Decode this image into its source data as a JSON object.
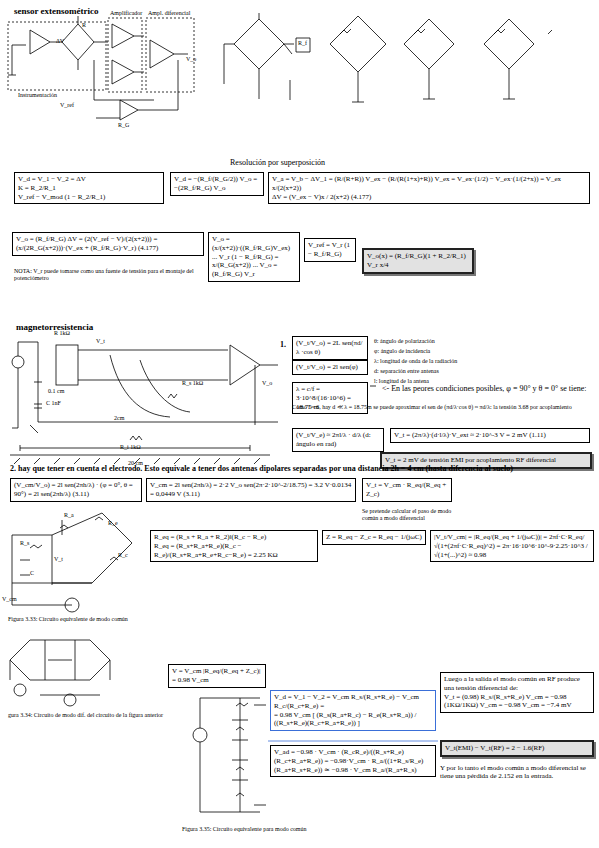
{
  "diagram": {
    "nodes": [
      {
        "text": [
          "V_d = V_1 − V_2 = ΔV",
          "K = R_2/R_1",
          "V_ref − V_mod (1 − R_2/R_1)"
        ]
      },
      {
        "text": [
          "V_d = −(R_f/(R_G/2)) V_o = −(2R_f/R_G) V_o"
        ]
      },
      {
        "text": [
          "V_a = V_b − ΔV_1 = (R/(R+R)) V_ex − (R/(R(1+x)+R)) V_ex = V_ex·(1/2) − V_ex·(1/(2+x)) = V_ex x/(2(x+2))",
          "ΔV = (V_ex − V)x / 2(x+2)   (4.177)"
        ]
      },
      {
        "text": [
          "V_o = (R_f/R_G) ΔV = (2(V_ref − V)/(2(x+2))) = (x/(2R_G(x+2)))·(V_ex + (R_f/R_G)·V_r) (4.177)"
        ]
      },
      {
        "text": [
          "V_o = (x/(x+2))·((R_f/R_G)V_ex) ... V_r (1 − R_f/R_G) = x/(R_G(x+2)) ... V_o = (R_f/R_G) V_r"
        ]
      },
      {
        "text": [
          "V_ref = V_r (1 − R_f/R_G)"
        ]
      },
      {
        "text": [
          "V_o(x) = (R_f/R_G)(1 + R_2/R_1) V_r x/4"
        ]
      },
      {
        "text": [
          "(V_t/V_o) = 2L sen(πd/λ ·cos θ)"
        ]
      },
      {
        "text": [
          "(V_t/V_o) = 2l sen(φ)"
        ]
      },
      {
        "text": [
          "λ = c/f = 3·10^8/(16·10^6) = 18.75 m"
        ]
      },
      {
        "text": [
          "(V_t/V_e) ≈ 2πl/λ · d/λ   (d: ángulo en rad)"
        ]
      },
      {
        "text": [
          "V_t = (2π/λ)·(d·l/λ)·V_ext ≈ 2·10^-3 V = 2 mV (1.11)"
        ]
      },
      {
        "text": [
          "V_t = 2 mV de tensión EMI por acoplamiento RF diferencial"
        ]
      },
      {
        "text": [
          "(V_cm/V_o) = 2l sen(2πh/λ) · (φ = 0°, θ = 90°) = 2l sen(2πh/λ)   (3.11)"
        ]
      },
      {
        "text": [
          "V_cm = 2l sen(2πh/λ) = 2·2 V_o sen(2π·2·10^-2/18.75) = 3.2 V·0.0134 = 0,0449 V  (3.11)"
        ]
      },
      {
        "text": [
          "V_t = V_cm · R_eq/(R_eq + Z_c)"
        ]
      },
      {
        "text": [
          "R_eq = (R_s + R_a + R_2)‖(R_c − R_e)",
          "R_eq = (R_s+R_a+R_e)(R_c − R_e)/(R_s+R_a+R_e+R_c−R_e) = 2.25 KΩ"
        ]
      },
      {
        "text": [
          "Z = R_eq − Z_c = R_eq − 1/(jωC)"
        ]
      },
      {
        "text": [
          "|V_t/V_cm| = |R_eq/(R_eq + 1/(jωC))| = 2πf·C·R_eq/√(1+(2πf·C·R_eq)^2) = 2π·16·10^6·10^-9·2.25·10^3 / √(1+(...)^2) ≈ 0.98"
        ]
      },
      {
        "text": [
          "V = V_cm |R_eq/(R_eq + Z_c)| = 0.98 V_cm"
        ]
      },
      {
        "text": [
          "V_d = V_1 − V_2 = V_cm R_s/(R_s+R_e) − V_cm R_c/(R_c+R_e) =",
          "= 0.98 V_cm [ (R_s(R_a+R_c) − R_e(R_s+R_a)) / ((R_s+R_e)(R_c+R_a+R_e)) ]"
        ]
      },
      {
        "text": [
          "V_ad = −0.98 · V_cm · (R_cR_e)/((R_s+R_e)(R_c+R_a+R_e)) = −0.98·V_cm · R_a/((1+R_s/R_e)(R_a+R_s+R_e)) ≃ −0.98 · V_cm R_a/(R_a+R_s)"
        ]
      },
      {
        "text": [
          "Luego a la salida el modo común en RF produce una tensión diferencial de:",
          "V_t = (0.98) R_s/(R_s+R_e) V_cm = −0.98 (1KΩ/1KΩ) V_cm = −0.98 V_cm = −7.4 mV"
        ]
      },
      {
        "text": [
          "V_t(EMI) − V_t(RF) = 2 − 1.6(RF)"
        ]
      }
    ],
    "labels": [
      "sensor extensométrico",
      "Instrumentación",
      "Amplificador",
      "Ampl. diferencial",
      "ΔV",
      "R",
      "R_G",
      "V_o",
      "V_ref",
      "R_f",
      "Resolución por superposición",
      "NOTA: V_r puede tomarse como una fuente de tensión para el montaje del potenciómetro",
      "magnetorresistencia",
      "0.1 cm",
      "2cm",
      "20 cm",
      "R 1kΩ",
      "C 1nF",
      "V_t",
      "V_o",
      "R_s 1kΩ",
      "R_i 1kΩ",
      "1.",
      "θ: ángulo de polarización",
      "φ: ángulo de incidencia",
      "λ: longitud de onda de la radiación",
      "d: separación entre antenas",
      "l: longitud de la antena",
      "<- En las peores condiciones posibles, φ = 90° y θ = 0° se tiene:",
      "Como l ≈ 6, hay d ≪ λ = 18.75m se puede aproximar el sen de (πd/λ·cos θ) ≈ πd/λ: la tensión 3.68 por acoplamiento",
      "2. hay que tener en cuenta el electrodo. Esto equivale a tener dos antenas dipolares separadas por una distancia 2h = 4 cm (hasta diferencia al suelo)",
      "Se pretende calcular el paso de modo común a modo diferencial",
      "Figura 3.33: Circuito equivalente de modo común",
      "gura 3.34: Circuito de modo dif. del circuito de la figura anterior",
      "Figura 3.35: Circuito equivalente para modo común",
      "Y por lo tanto el modo común a modo diferencial se tiene una pérdida de 2.152 en la entrada.",
      "V_cm",
      "R_s",
      "R_a",
      "R_e",
      "R_c",
      "C",
      "V_t"
    ]
  }
}
